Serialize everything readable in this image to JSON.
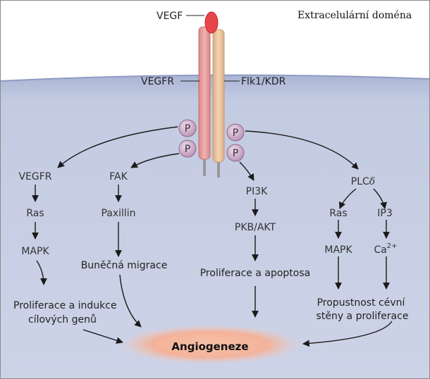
{
  "extracellular_label": "Extracelulární doména",
  "receptor": {
    "ligand": "VEGF",
    "left_chain": "VEGFR",
    "right_chain": "Flk1/KDR",
    "phospho": "P"
  },
  "pathways": {
    "vegfr": {
      "n1": "VEGFR",
      "n2": "Ras",
      "n3": "MAPK",
      "out1": "Proliferace a indukce",
      "out2": "cílových genů"
    },
    "fak": {
      "n1": "FAK",
      "n2": "Paxillin",
      "out": "Buněčná migrace"
    },
    "pi3k": {
      "n1": "PI3K",
      "n2": "PKB/AKT",
      "out": "Proliferace a apoptosa"
    },
    "plc": {
      "n1_base": "PLC",
      "n1_sym": "δ",
      "left_n1": "Ras",
      "left_n2": "MAPK",
      "right_n1": "IP3",
      "right_n2_base": "Ca",
      "right_n2_sup": "2+",
      "out1": "Propustnost cévní",
      "out2": "stěny a proliferace"
    }
  },
  "center": "Angiogeneze",
  "colors": {
    "extracellular": "#ffffff",
    "cytoplasm": "#c8cfe4",
    "membrane": "#aab4d4",
    "left_chain": "#e59a9a",
    "right_chain": "#e8c09a",
    "ligand": "#e8464a",
    "phospho": "#c9a8c4",
    "glow": "#f3b89a"
  }
}
